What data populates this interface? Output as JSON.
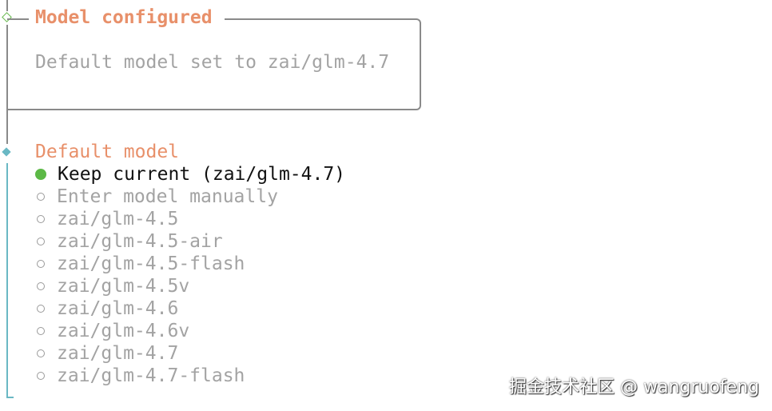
{
  "configured": {
    "title": "Model configured",
    "message": "Default model set to zai/glm-4.7"
  },
  "prompt": {
    "title": "Default model",
    "options": [
      {
        "label": "Keep current (zai/glm-4.7)",
        "selected": true
      },
      {
        "label": "Enter model manually",
        "selected": false
      },
      {
        "label": "zai/glm-4.5",
        "selected": false
      },
      {
        "label": "zai/glm-4.5-air",
        "selected": false
      },
      {
        "label": "zai/glm-4.5-flash",
        "selected": false
      },
      {
        "label": "zai/glm-4.5v",
        "selected": false
      },
      {
        "label": "zai/glm-4.6",
        "selected": false
      },
      {
        "label": "zai/glm-4.6v",
        "selected": false
      },
      {
        "label": "zai/glm-4.7",
        "selected": false
      },
      {
        "label": "zai/glm-4.7-flash",
        "selected": false
      }
    ]
  },
  "watermark": "掘金技术社区 @ wangruofeng",
  "colors": {
    "accent": "#e8906a",
    "active": "#5cb946",
    "teal": "#6ab8c4"
  }
}
